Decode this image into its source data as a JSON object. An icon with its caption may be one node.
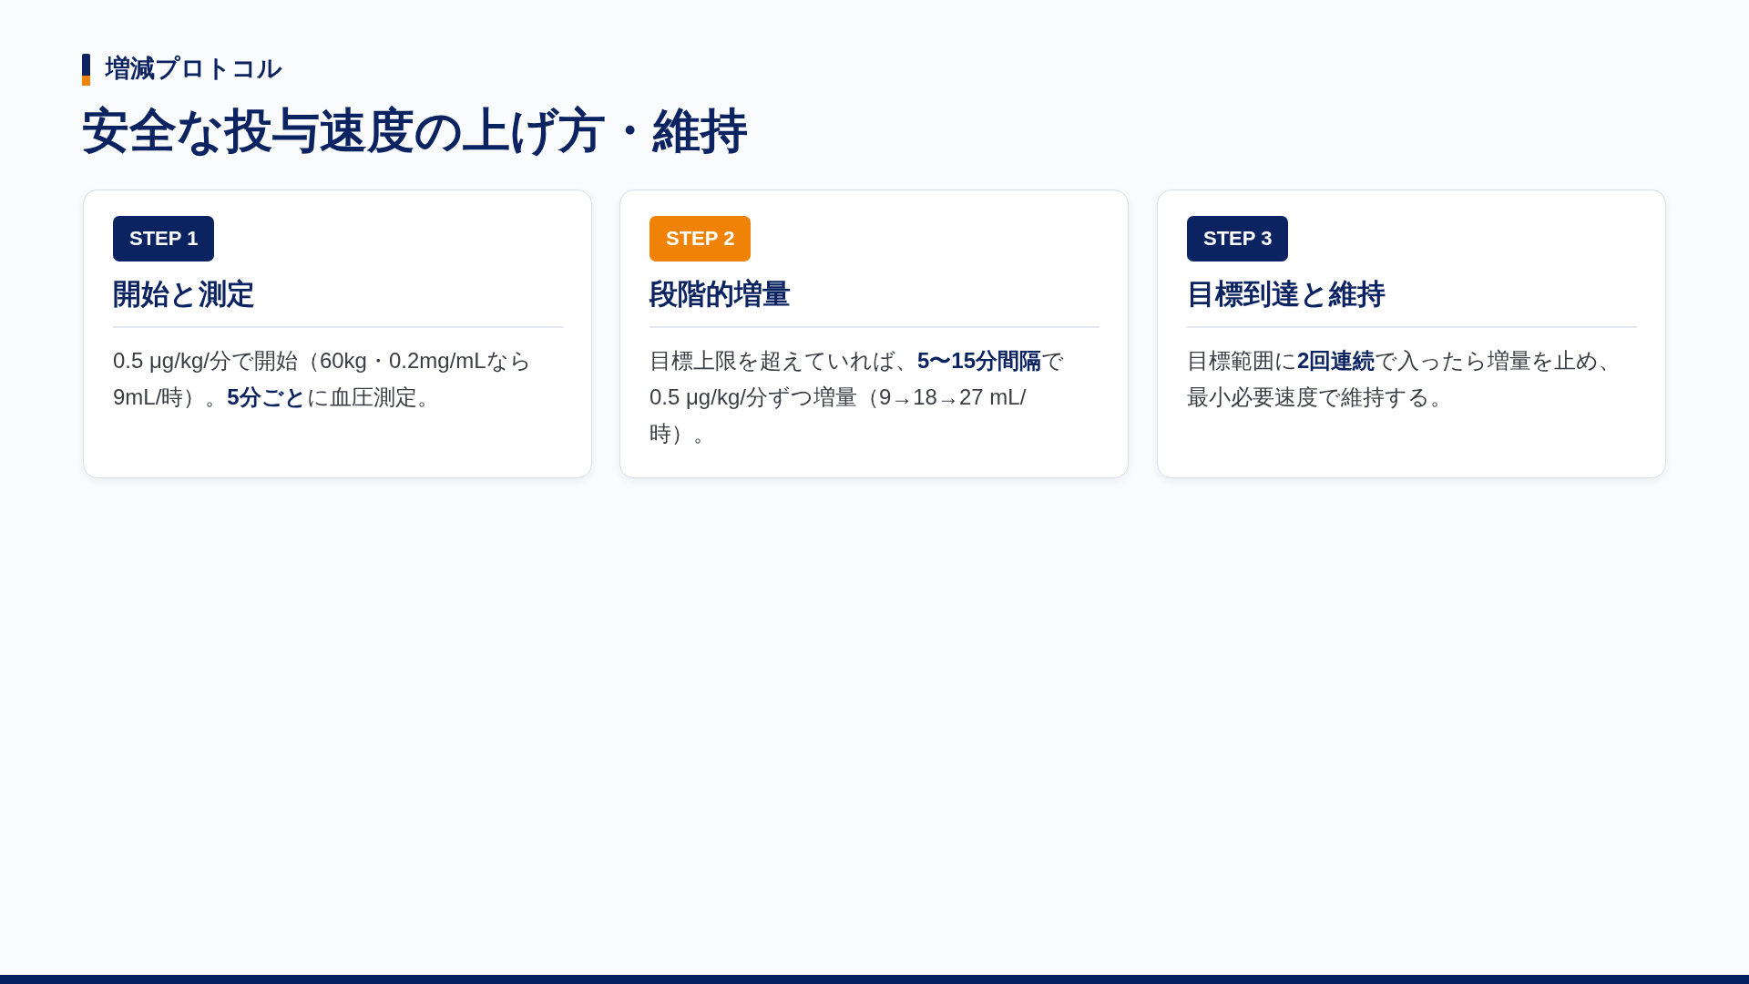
{
  "diagram": {
    "title": "安全な投与速度の上げ方・維持",
    "nodes": [
      {
        "text": [
          "開始と測定",
          "0.5 μg/kg/分で開始（60kg・0.2mg/mLなら9mL/時）。**5分ごと**に血圧測定。"
        ]
      },
      {
        "text": [
          "STEP 1"
        ],
        "in": 0
      },
      {
        "text": [
          "段階的増量",
          "目標上限を超えていれば、**5〜15分間隔**で0.5 μg/kg/分ずつ増量（9→18→27 mL/時）。"
        ]
      },
      {
        "text": [
          "STEP 2"
        ],
        "in": 2
      },
      {
        "text": [
          "目標到達と維持",
          "目標範囲に**2回連続**で入ったら増量を止め、最小必要速度で維持する。"
        ]
      },
      {
        "text": [
          "STEP 3"
        ],
        "in": 4
      }
    ],
    "labels": [
      "増減プロトコル"
    ]
  }
}
